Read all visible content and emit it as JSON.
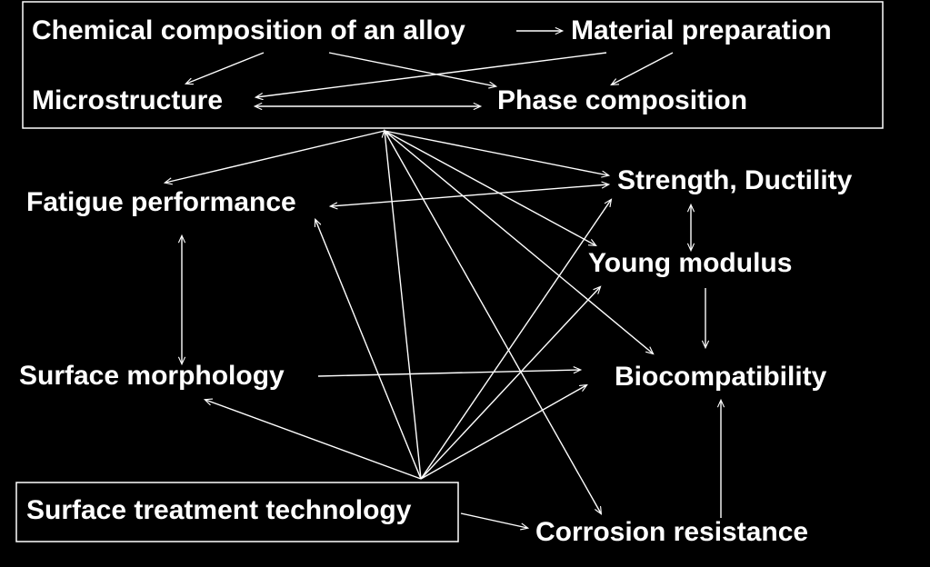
{
  "diagram": {
    "background_color": "#000000",
    "foreground_color": "#ffffff",
    "nodes": {
      "chemical_composition": "Chemical composition of an alloy",
      "material_preparation": "Material preparation",
      "microstructure": "Microstructure",
      "phase_composition": "Phase composition",
      "fatigue_performance": "Fatigue performance",
      "strength_ductility": "Strength, Ductility",
      "young_modulus": "Young modulus",
      "surface_morphology": "Surface morphology",
      "biocompatibility": "Biocompatibility",
      "surface_treatment": "Surface treatment technology",
      "corrosion_resistance": "Corrosion resistance"
    },
    "edges": [
      {
        "from": "chemical_composition",
        "to": "material_preparation",
        "direction": "forward"
      },
      {
        "from": "chemical_composition",
        "to": "microstructure",
        "direction": "forward"
      },
      {
        "from": "chemical_composition",
        "to": "phase_composition",
        "direction": "forward"
      },
      {
        "from": "material_preparation",
        "to": "microstructure",
        "direction": "forward"
      },
      {
        "from": "material_preparation",
        "to": "phase_composition",
        "direction": "forward"
      },
      {
        "from": "microstructure",
        "to": "phase_composition",
        "direction": "both"
      },
      {
        "from": "composition_group",
        "to": "fatigue_performance",
        "direction": "forward"
      },
      {
        "from": "composition_group",
        "to": "strength_ductility",
        "direction": "forward"
      },
      {
        "from": "composition_group",
        "to": "young_modulus",
        "direction": "forward"
      },
      {
        "from": "composition_group",
        "to": "biocompatibility",
        "direction": "forward"
      },
      {
        "from": "composition_group",
        "to": "corrosion_resistance",
        "direction": "forward"
      },
      {
        "from": "surface_treatment",
        "to": "composition_group",
        "direction": "forward"
      },
      {
        "from": "strength_ductility",
        "to": "fatigue_performance",
        "direction": "both"
      },
      {
        "from": "strength_ductility",
        "to": "young_modulus",
        "direction": "both"
      },
      {
        "from": "young_modulus",
        "to": "biocompatibility",
        "direction": "forward"
      },
      {
        "from": "fatigue_performance",
        "to": "surface_morphology",
        "direction": "both"
      },
      {
        "from": "surface_morphology",
        "to": "biocompatibility",
        "direction": "forward"
      },
      {
        "from": "corrosion_resistance",
        "to": "biocompatibility",
        "direction": "forward"
      },
      {
        "from": "surface_treatment",
        "to": "surface_morphology",
        "direction": "forward"
      },
      {
        "from": "surface_treatment",
        "to": "fatigue_performance",
        "direction": "forward"
      },
      {
        "from": "surface_treatment",
        "to": "strength_ductility",
        "direction": "forward"
      },
      {
        "from": "surface_treatment",
        "to": "young_modulus",
        "direction": "forward"
      },
      {
        "from": "surface_treatment",
        "to": "biocompatibility",
        "direction": "forward"
      },
      {
        "from": "surface_treatment",
        "to": "corrosion_resistance",
        "direction": "forward"
      }
    ]
  }
}
